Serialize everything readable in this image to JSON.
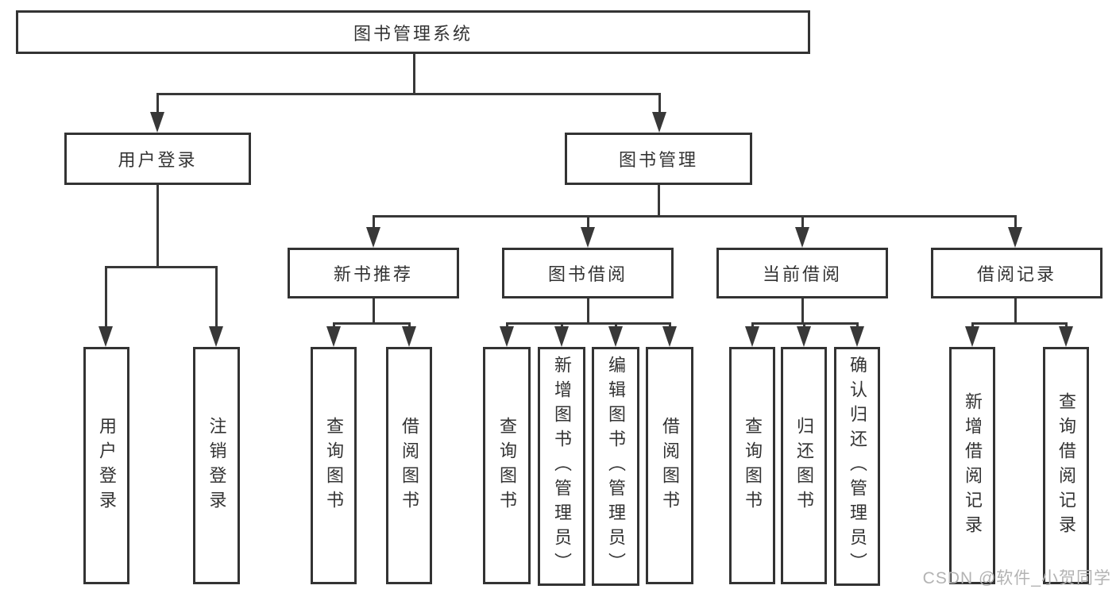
{
  "diagram": {
    "root": {
      "label": "图书管理系统"
    },
    "level2": [
      {
        "label": "用户登录"
      },
      {
        "label": "图书管理"
      }
    ],
    "login_children": [
      {
        "label": "用户登录"
      },
      {
        "label": "注销登录"
      }
    ],
    "modules": [
      {
        "label": "新书推荐",
        "children": [
          "查询图书",
          "借阅图书"
        ]
      },
      {
        "label": "图书借阅",
        "children": [
          "查询图书",
          "新增图书（管理员）",
          "编辑图书（管理员）",
          "借阅图书"
        ]
      },
      {
        "label": "当前借阅",
        "children": [
          "查询图书",
          "归还图书",
          "确认归还（管理员）"
        ]
      },
      {
        "label": "借阅记录",
        "children": [
          "新增借阅记录",
          "查询借阅记录"
        ]
      }
    ],
    "colors": {
      "line": "#383838",
      "box_border": "#333333",
      "text": "#333333",
      "watermark": "#b3b3b3",
      "background": "#ffffff"
    }
  },
  "watermark": {
    "text": "CSDN @软件_小贺同学"
  }
}
